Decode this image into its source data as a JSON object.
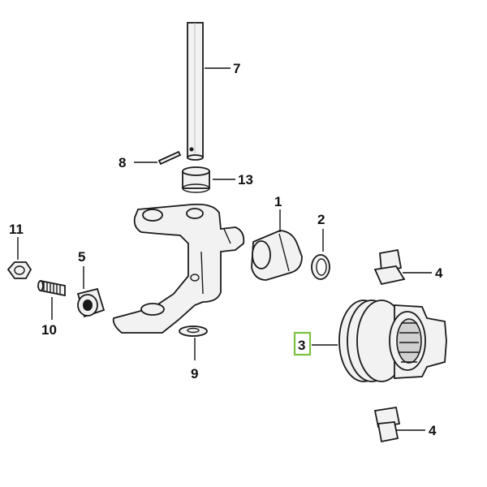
{
  "callouts": {
    "part_1": "1",
    "part_2": "2",
    "part_3": "3",
    "part_4_top": "4",
    "part_4_bottom": "4",
    "part_5": "5",
    "part_7": "7",
    "part_8": "8",
    "part_9": "9",
    "part_10": "10",
    "part_11": "11",
    "part_13": "13"
  },
  "colors": {
    "highlight": "#7cc242",
    "line": "#1a1a1a",
    "background": "#ffffff"
  }
}
